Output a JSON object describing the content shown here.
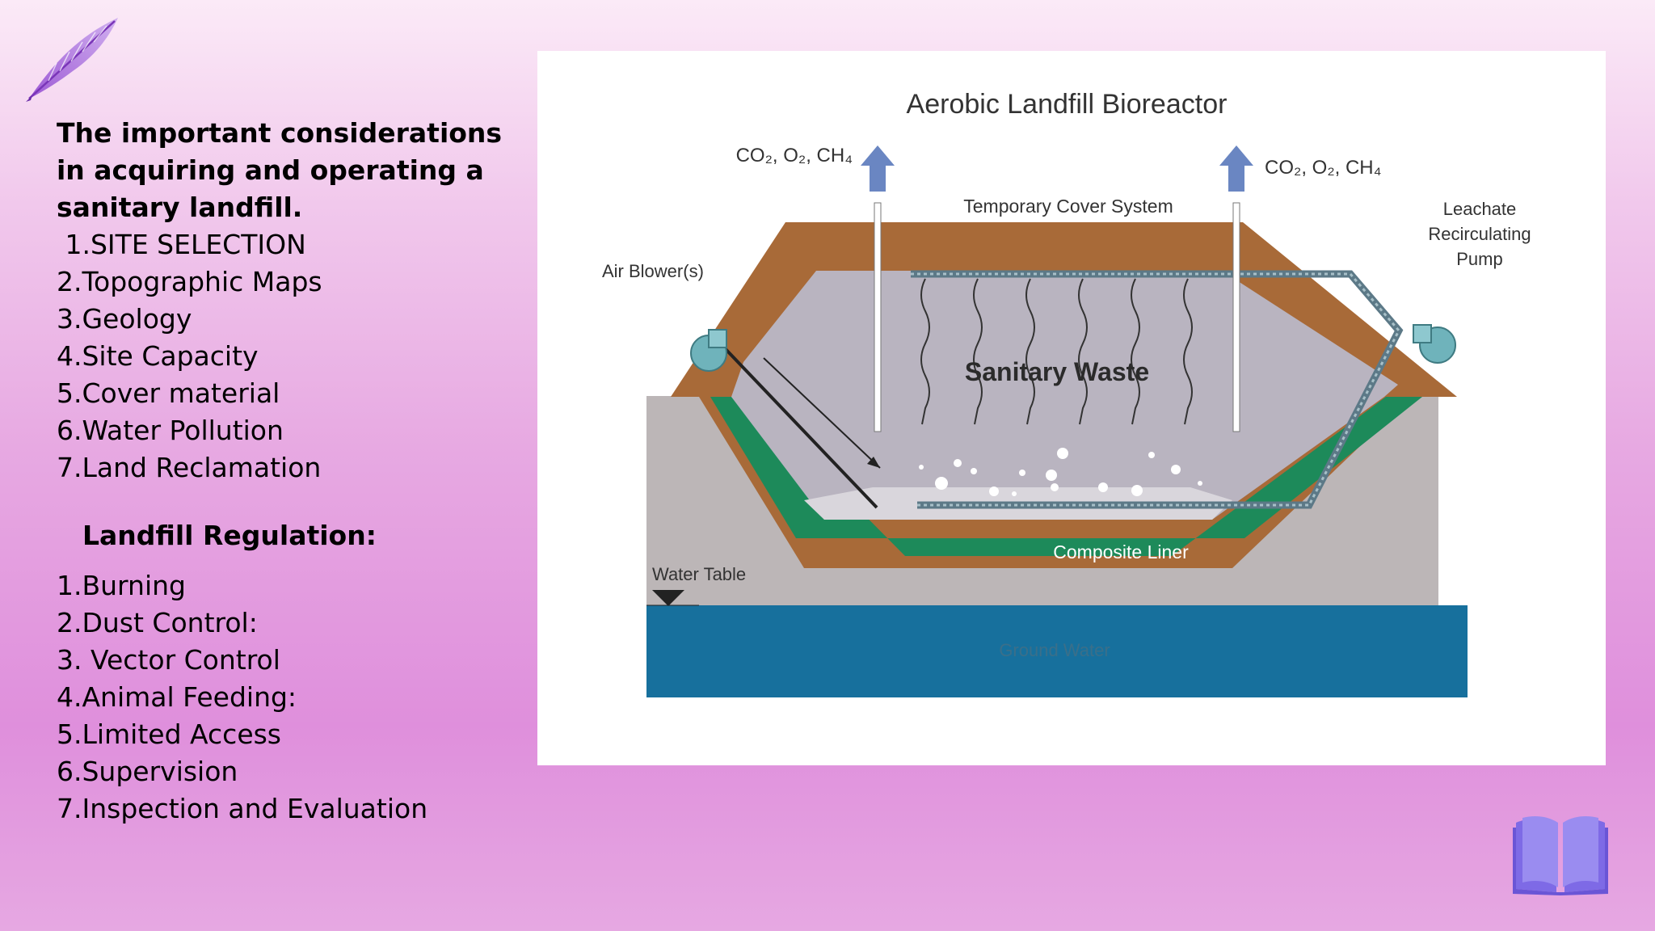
{
  "considerations": {
    "heading": "The important considerations in acquiring and operating a sanitary landfill.",
    "items": [
      " 1.SITE SELECTION",
      "2.Topographic Maps",
      "3.Geology",
      "4.Site Capacity",
      "5.Cover material",
      "6.Water Pollution",
      "7.Land Reclamation"
    ]
  },
  "regulation": {
    "heading": "Landfill Regulation:",
    "items": [
      "1.Burning",
      "2.Dust Control:",
      "3. Vector Control",
      "4.Animal Feeding:",
      "5.Limited Access",
      "6.Supervision",
      "7.Inspection and Evaluation"
    ]
  },
  "diagram": {
    "title": "Aerobic Landfill Bioreactor",
    "gas_left": "CO₂, O₂, CH₄",
    "gas_right": "CO₂, O₂, CH₄",
    "temporary_cover": "Temporary Cover System",
    "air_blower": "Air Blower(s)",
    "leachate_pump_line1": "Leachate",
    "leachate_pump_line2": "Recirculating",
    "leachate_pump_line3": "Pump",
    "sanitary_waste": "Sanitary Waste",
    "composite_liner": "Composite Liner",
    "water_table": "Water Table",
    "ground_water": "Ground Water"
  },
  "icons": {
    "feather": "feather-quill-icon",
    "book": "open-book-icon",
    "feather_color": "#9b59d6",
    "book_color": "#7e6ae6"
  },
  "colors": {
    "brown_cover": "#a86a38",
    "green_liner": "#1d8a5a",
    "waste_gray": "#b9b4c0",
    "ground_water": "#17709d",
    "arrow_blue": "#6a86c2"
  }
}
